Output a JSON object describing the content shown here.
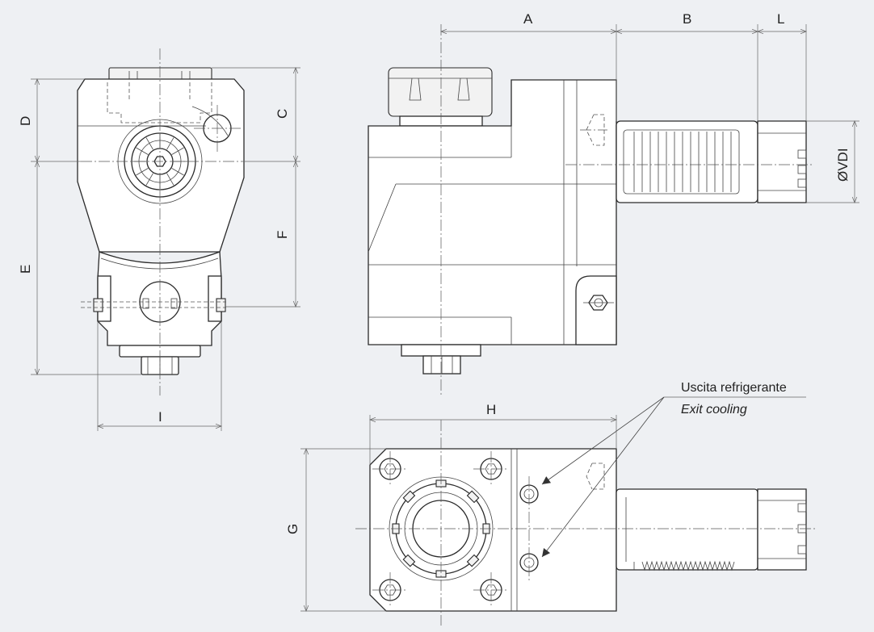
{
  "dimensions": {
    "a": "A",
    "b": "B",
    "l": "L",
    "c": "C",
    "d": "D",
    "e": "E",
    "f": "F",
    "g": "G",
    "h": "H",
    "i": "I",
    "vdi": "ØVDI"
  },
  "callout": {
    "italian": "Uscita refrigerante",
    "english": "Exit cooling"
  },
  "colors": {
    "background": "#eef0f3",
    "line": "#2a2a2a",
    "dimension": "#666666"
  }
}
